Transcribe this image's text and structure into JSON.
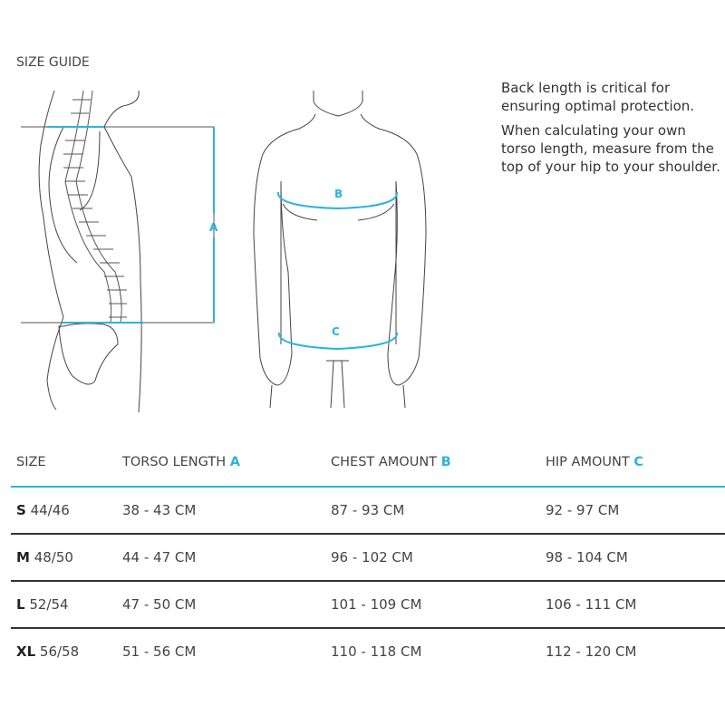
{
  "title": "SIZE GUIDE",
  "description": [
    "Back length is critical for ensuring optimal protection.",
    "When calculating your own torso length, measure from the top of your hip to your shoulder."
  ],
  "diagram_labels": {
    "a": "A",
    "b": "B",
    "c": "C"
  },
  "colors": {
    "accent": "#2bb4dc",
    "text": "#444444",
    "divider": "#333333"
  },
  "table": {
    "headers": [
      {
        "label": "SIZE",
        "letter": ""
      },
      {
        "label": "TORSO LENGTH",
        "letter": "A"
      },
      {
        "label": "CHEST AMOUNT",
        "letter": "B"
      },
      {
        "label": "HIP AMOUNT",
        "letter": "C"
      }
    ],
    "rows": [
      {
        "size": "S",
        "eu": "44/46",
        "torso": "38 - 43 CM",
        "chest": "87 - 93 CM",
        "hip": "92 - 97 CM"
      },
      {
        "size": "M",
        "eu": "48/50",
        "torso": "44 - 47 CM",
        "chest": "96 - 102 CM",
        "hip": "98 - 104 CM"
      },
      {
        "size": "L",
        "eu": "52/54",
        "torso": "47 - 50 CM",
        "chest": "101 - 109 CM",
        "hip": "106 - 111 CM"
      },
      {
        "size": "XL",
        "eu": "56/58",
        "torso": "51 - 56 CM",
        "chest": "110 - 118 CM",
        "hip": "112 - 120 CM"
      }
    ]
  }
}
